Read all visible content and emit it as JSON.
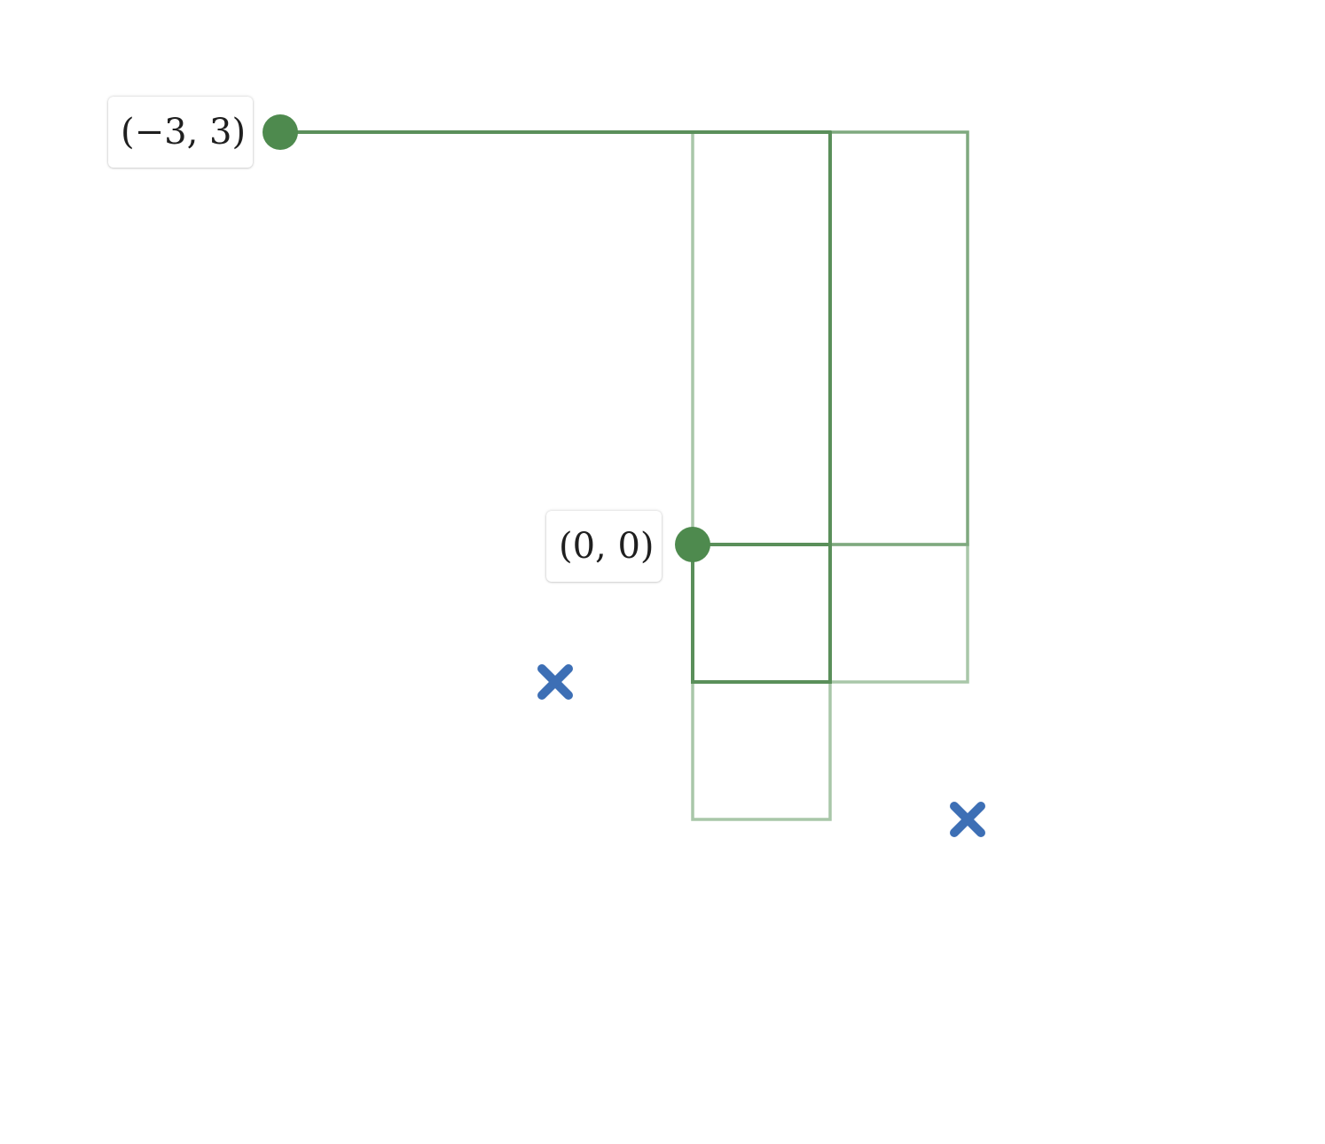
{
  "points": [
    {
      "id": "point-a",
      "label": "(−3, 3)",
      "x": -3,
      "y": 3
    },
    {
      "id": "point-b",
      "label": "(0, 0)",
      "x": 0,
      "y": 0
    }
  ],
  "targets": [
    {
      "id": "target-1",
      "x": -1,
      "y": -1
    },
    {
      "id": "target-2",
      "x": 2,
      "y": -2
    }
  ],
  "rectangles": [
    {
      "id": "rect-a",
      "x": [
        0,
        1
      ],
      "y": [
        -2,
        3
      ],
      "strength": "light"
    },
    {
      "id": "rect-b",
      "x": [
        0,
        2
      ],
      "y": [
        -1,
        0
      ],
      "strength": "light"
    },
    {
      "id": "rect-c",
      "x": [
        1,
        2
      ],
      "y": [
        0,
        3
      ],
      "strength": "medium"
    },
    {
      "id": "rect-d",
      "x": [
        0,
        1
      ],
      "y": [
        -1,
        0
      ],
      "strength": "dark"
    }
  ],
  "segments": [
    {
      "id": "seg-top",
      "from": [
        -3,
        3
      ],
      "to": [
        1,
        3
      ],
      "strength": "dark"
    },
    {
      "id": "seg-vertical",
      "from": [
        1,
        3
      ],
      "to": [
        1,
        -1
      ],
      "strength": "dark"
    }
  ],
  "colors": {
    "point": "#4e8a4e",
    "line_dark": "#5a8f5a",
    "line_medium": "#7fa97f",
    "line_light": "#a9c7a9",
    "target": "#3d6fb5"
  },
  "icons": {
    "target": "x-mark-icon"
  }
}
